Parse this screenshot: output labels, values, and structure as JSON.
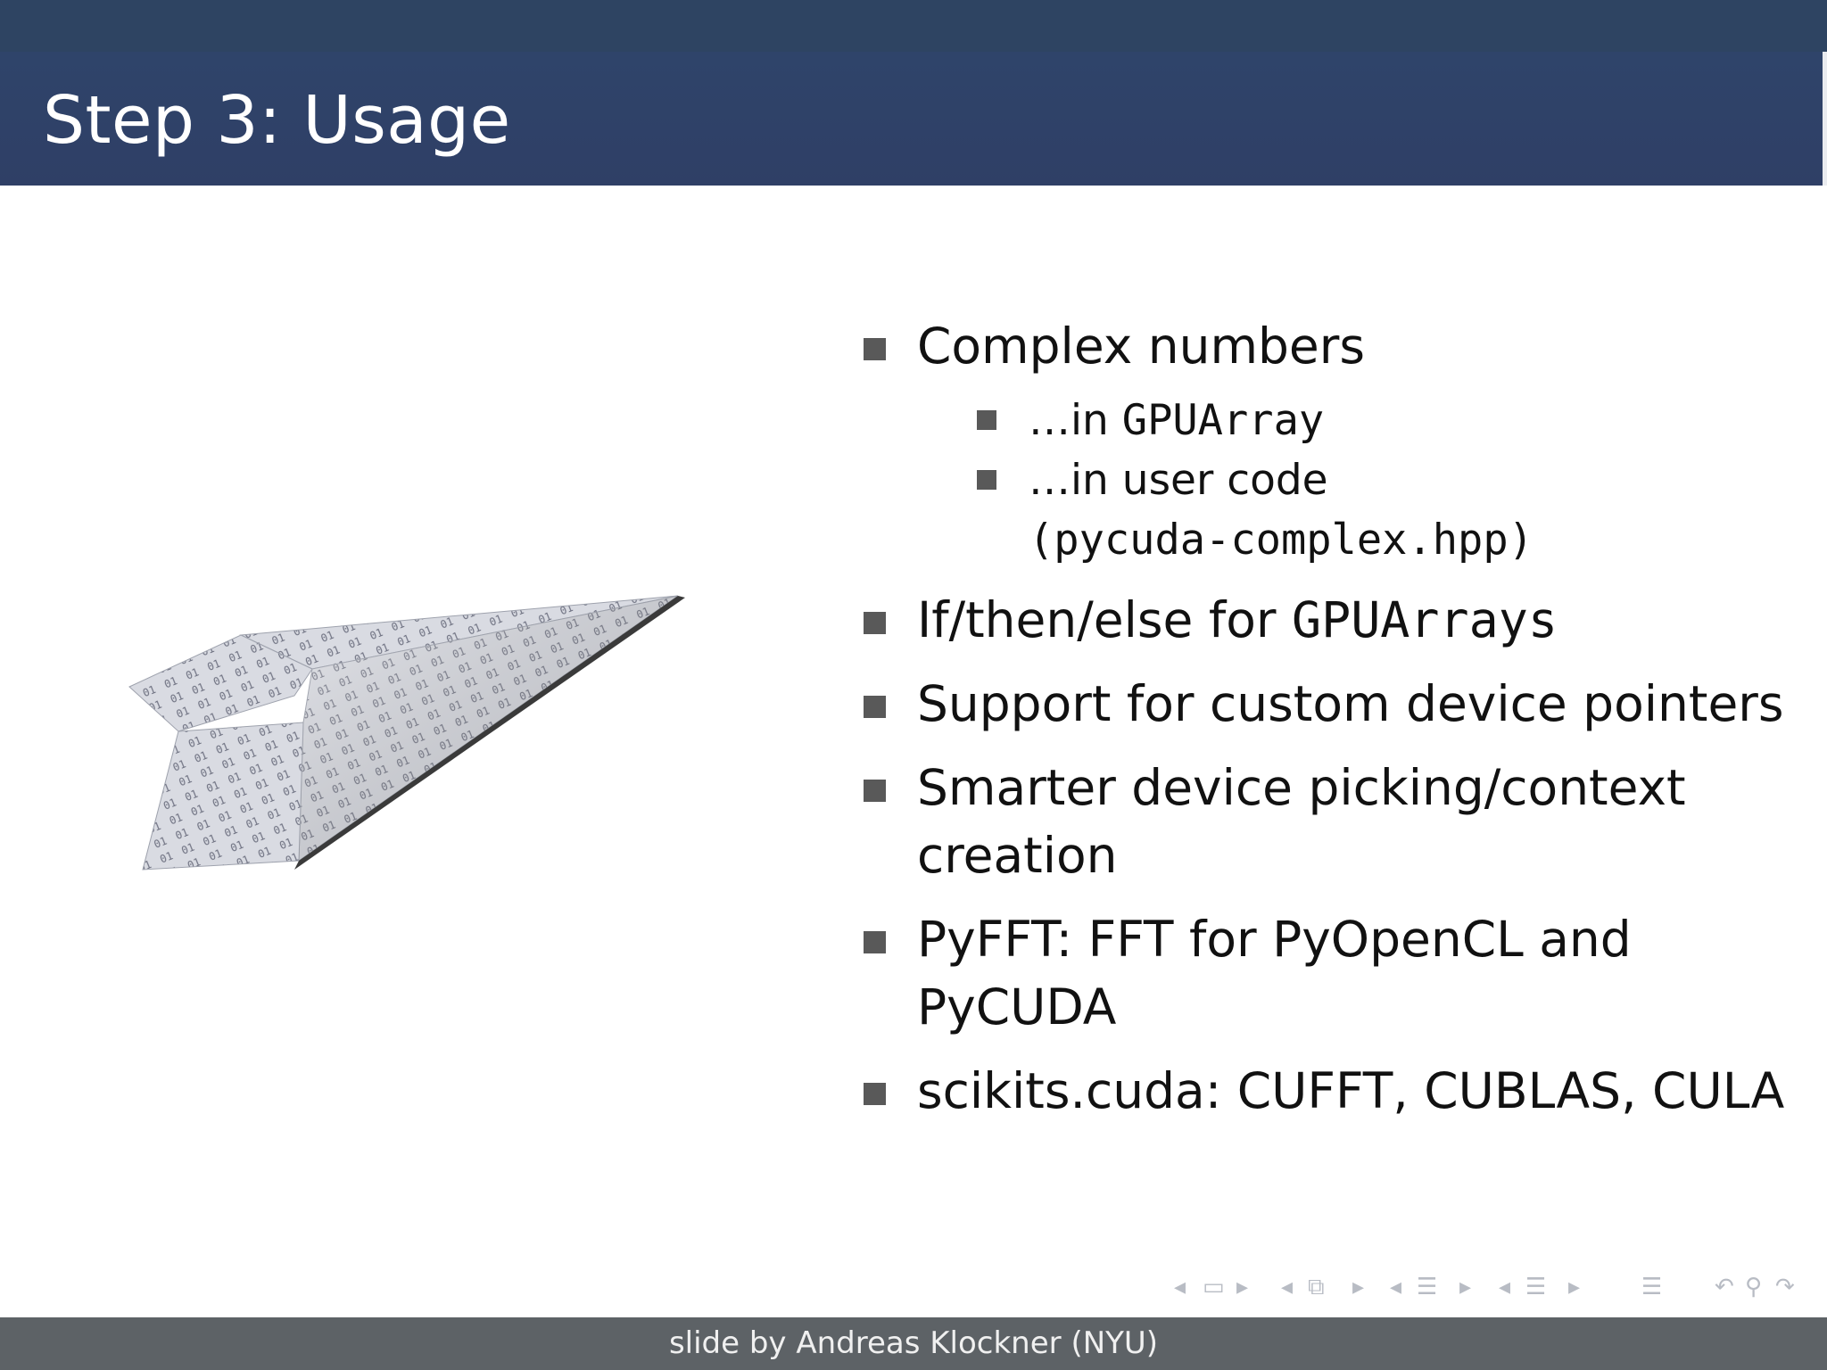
{
  "slide": {
    "title": "Step 3:  Usage",
    "items": [
      {
        "text": "Complex numbers",
        "sub": [
          {
            "pre": "…in ",
            "code": "GPUArray"
          },
          {
            "pre": "…in user code",
            "line2": "(pycuda-complex.hpp)"
          }
        ]
      },
      {
        "pre": "If/then/else for ",
        "code": "GPUArrays"
      },
      {
        "text": "Support for custom device pointers"
      },
      {
        "text": "Smarter device picking/context creation"
      },
      {
        "text": "PyFFT: FFT for PyOpenCL and PyCUDA"
      },
      {
        "text": "scikits.cuda:  CUFFT, CUBLAS, CULA"
      }
    ]
  },
  "footer": {
    "credit": "slide by Andreas Klockner (NYU)"
  },
  "navigation": {
    "icons": [
      "prev-frame-icon",
      "frame-icon",
      "next-frame-icon",
      "prev-subsection-icon",
      "subsection-icon",
      "next-subsection-icon",
      "prev-section-icon",
      "section-icon",
      "next-section-icon",
      "prev-document-icon",
      "document-icon",
      "next-document-icon",
      "outline-icon",
      "back-icon",
      "search-icon",
      "forward-icon"
    ]
  },
  "colors": {
    "header": "#2f446a",
    "footer": "#5d6266",
    "bullet": "#595959"
  }
}
